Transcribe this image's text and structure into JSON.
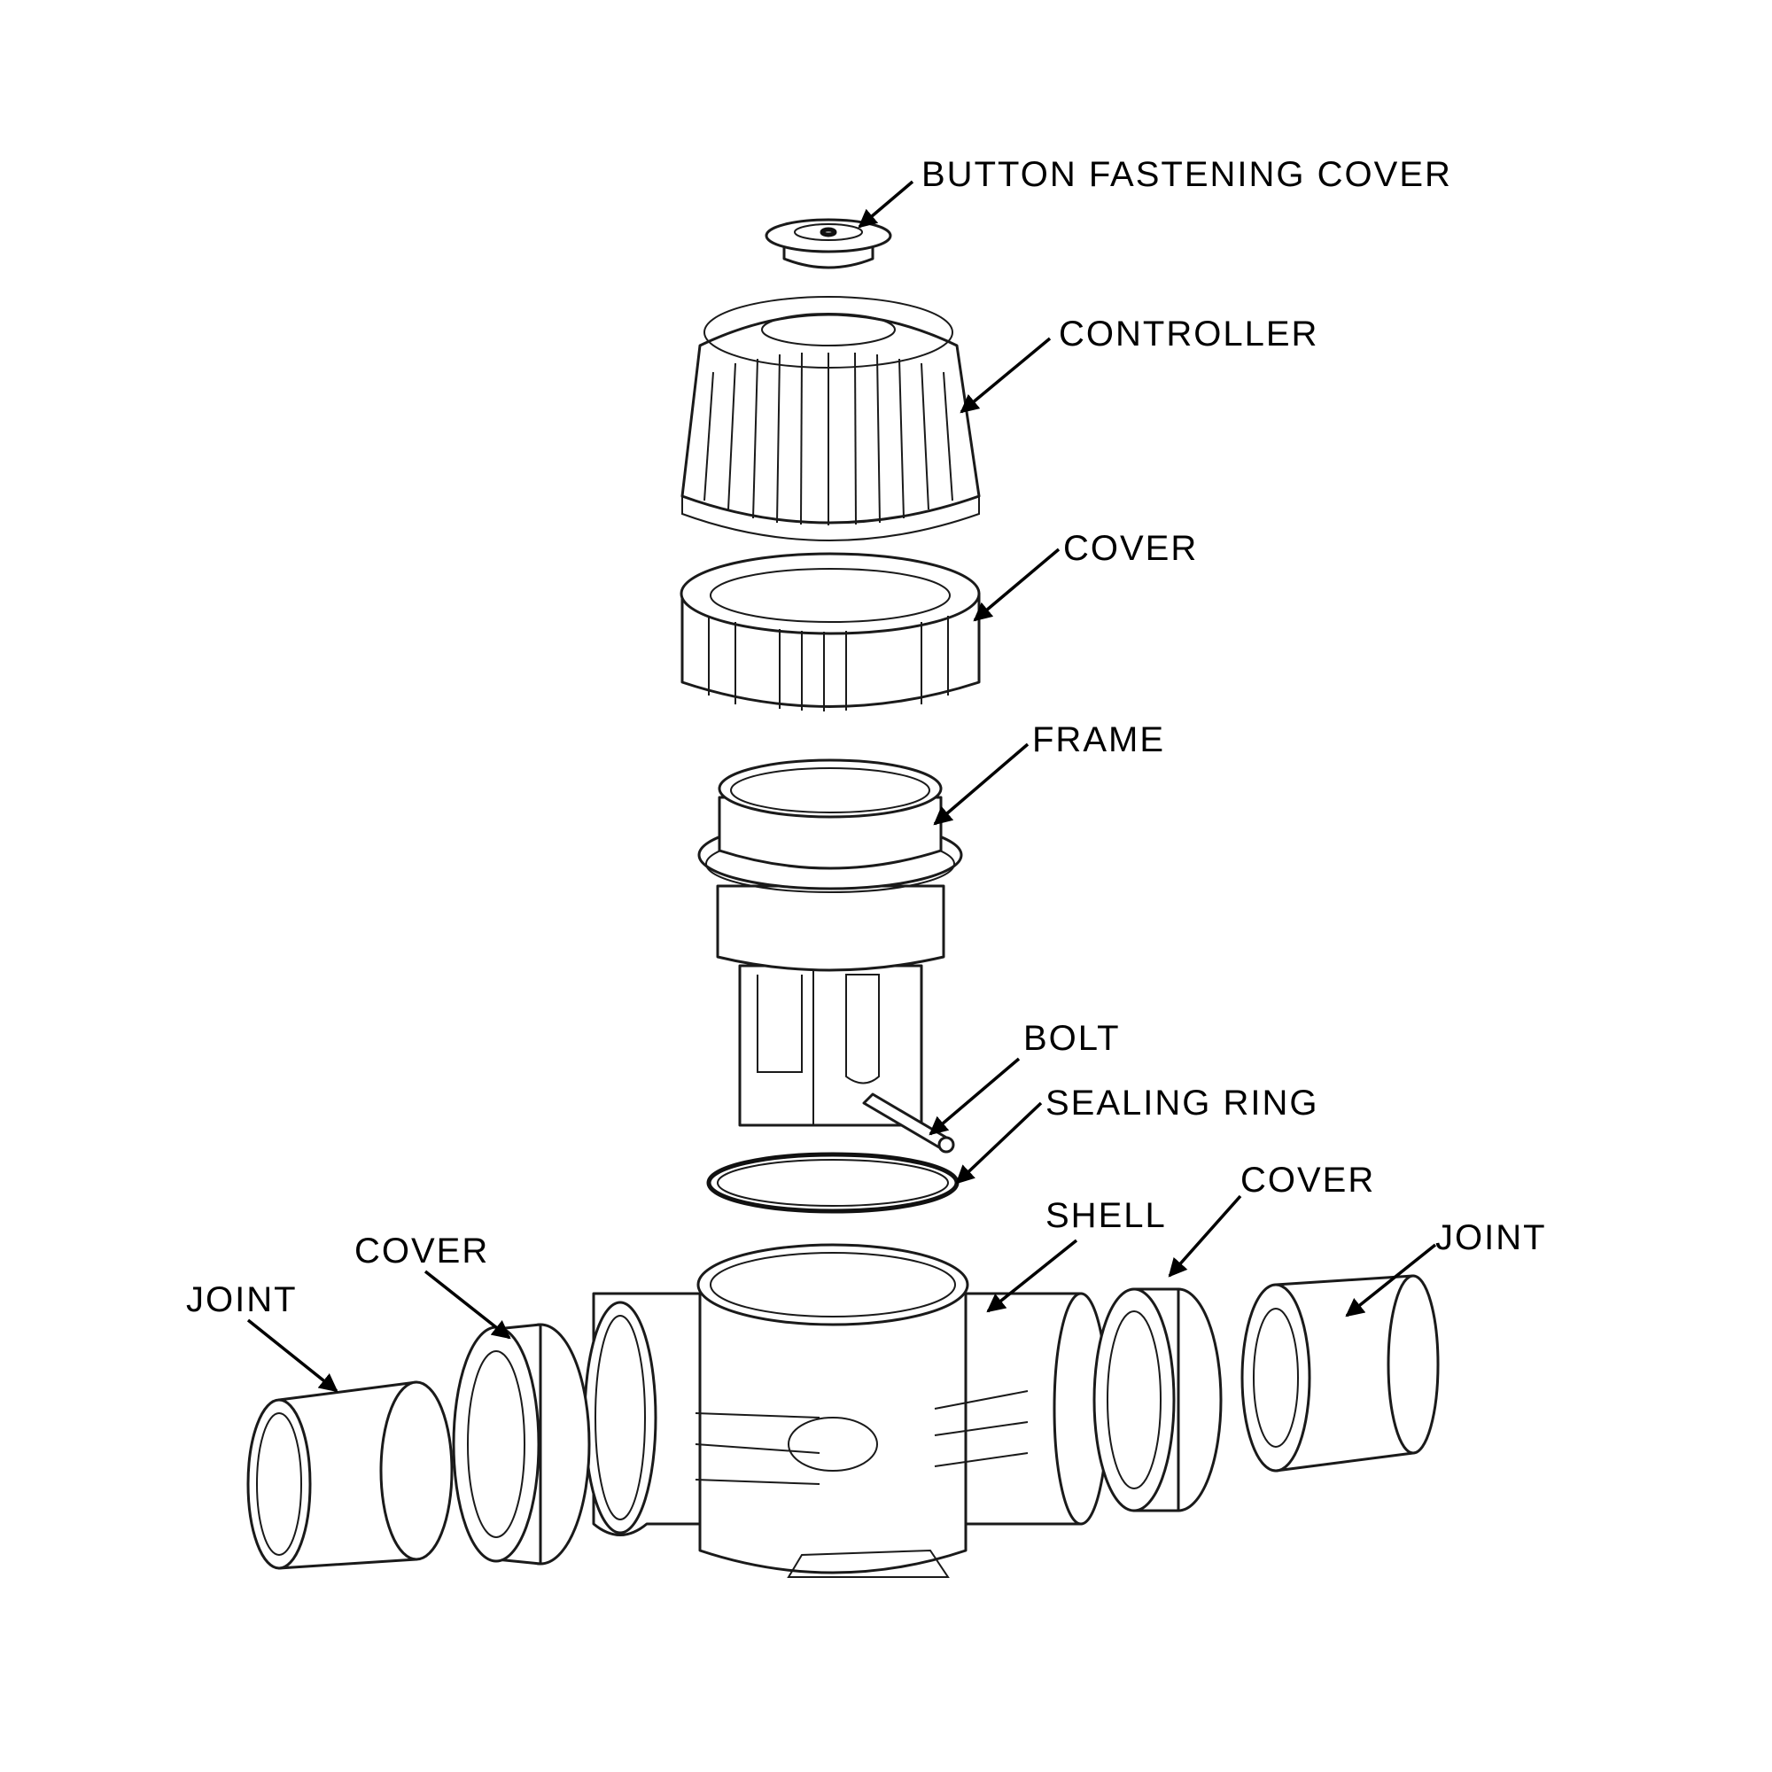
{
  "labels": {
    "button_fastening_cover": "BUTTON FASTENING COVER",
    "controller": "CONTROLLER",
    "top_cover": "COVER",
    "frame": "FRAME",
    "bolt": "BOLT",
    "sealing_ring": "SEALING  RING",
    "shell": "SHELL",
    "left_cover": "COVER",
    "right_cover": "COVER",
    "left_joint": "JOINT",
    "right_joint": "JOINT"
  },
  "colors": {
    "line": "#1a1a1a",
    "background": "#ffffff"
  }
}
